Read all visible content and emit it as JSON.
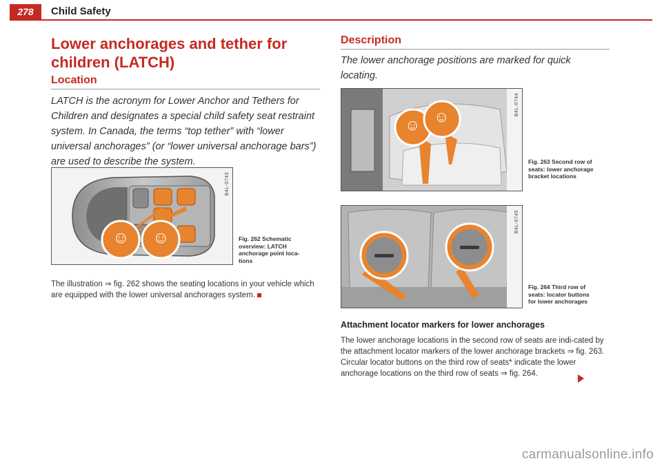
{
  "header": {
    "page_number": "278",
    "running_title": "Child Safety"
  },
  "left": {
    "title": "Lower anchorages and tether for children (LATCH)",
    "section_heading": "Location",
    "intro": "LATCH is the acronym for Lower Anchor and Tethers for Children and designates a special child safety seat restraint system. In Canada, the terms “top tether” with “lower universal anchorages” (or “lower universal anchorage bars”) are used to describe the system.",
    "figure": {
      "code": "B4L-0743",
      "caption_number": "Fig. 262",
      "caption_text": "Schematic overview: LATCH anchorage point loca-tions"
    },
    "body": "The illustration ⇒ fig. 262 shows the seating locations in your vehicle which are equipped with the lower universal anchorages system."
  },
  "right": {
    "section_heading": "Description",
    "intro": "The lower anchorage positions are marked for quick locating.",
    "figure_a": {
      "code": "B4L-0744",
      "caption_number": "Fig. 263",
      "caption_text": "Second row of seats: lower anchorage bracket locations"
    },
    "figure_b": {
      "code": "B4L-0745",
      "caption_number": "Fig. 264",
      "caption_text": "Third row of seats: locator buttons for lower anchorages"
    },
    "subheading": "Attachment locator markers for lower anchorages",
    "body": "The lower anchorage locations in the second row of seats are indi-cated by the attachment locator markers of the lower anchorage brackets ⇒ fig. 263. Circular locator buttons on the third row of seats* indicate the lower anchorage locations on the third row of seats ⇒ fig. 264."
  },
  "footer": {
    "watermark": "carmanualsonline.info"
  },
  "colors": {
    "accent": "#c52a20",
    "highlight": "#e8832e"
  },
  "icons": [
    "child-seat-icon",
    "continue-arrow-icon",
    "end-of-section-icon"
  ]
}
